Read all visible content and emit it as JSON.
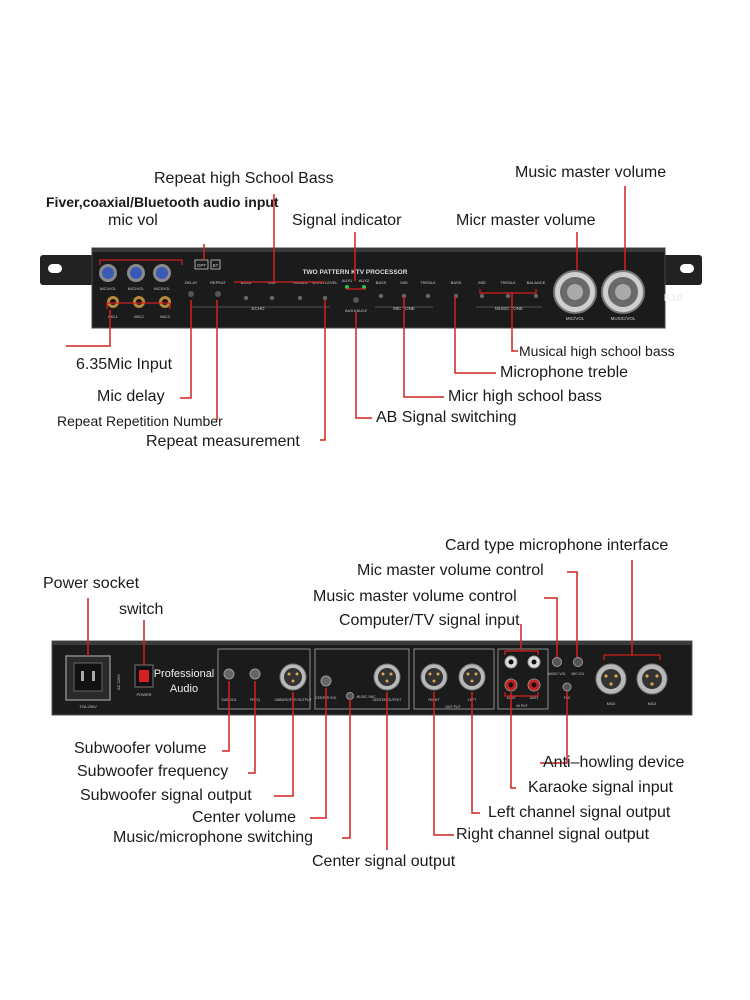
{
  "front_panel": {
    "device_title": "TWO PATTERN KTV PROCESSOR",
    "model": "K10",
    "input_badges": [
      "OPT",
      "BT"
    ],
    "echo_knob_labels": [
      "DELAY",
      "REPEAT"
    ],
    "echo_slider_labels": [
      "BASS",
      "MID",
      "TREBLE",
      "ECHO LEVEL"
    ],
    "echo_group_label": "ECHO",
    "signal_led_labels": [
      "AUX1",
      "AUX2"
    ],
    "switch_label": "AUX1/AUX2",
    "mic_tone_labels": [
      "BASS",
      "MID",
      "TREBLE"
    ],
    "mic_tone_group_label": "MIC TONE",
    "music_tone_labels": [
      "BASS",
      "MID",
      "TREBLE",
      "BALANCE"
    ],
    "music_tone_group_label": "MUSIC TONE",
    "mic_vol_knob_labels": [
      "MIC1/VOL",
      "MIC2/VOL",
      "MIC3/VOL"
    ],
    "mic_jack_labels": [
      "MIC1",
      "MIC2",
      "MIC3"
    ],
    "big_knob_labels": [
      "MIC/VOL",
      "MUSIC/VOL"
    ]
  },
  "front_callouts": [
    {
      "key": "repeat_high_school_bass",
      "text": "Repeat high School Bass"
    },
    {
      "key": "audio_input",
      "text": "Fiver,coaxial/Bluetooth audio input"
    },
    {
      "key": "mic_vol",
      "text": "mic vol"
    },
    {
      "key": "signal_indicator",
      "text": "Signal indicator"
    },
    {
      "key": "micr_master_volume",
      "text": "Micr master volume"
    },
    {
      "key": "music_master_volume",
      "text": "Music master volume"
    },
    {
      "key": "mic_input",
      "text": "6.35Mic Input"
    },
    {
      "key": "mic_delay",
      "text": "Mic delay"
    },
    {
      "key": "repeat_repetition_number",
      "text": "Repeat Repetition Number"
    },
    {
      "key": "repeat_measurement",
      "text": "Repeat measurement"
    },
    {
      "key": "ab_signal_switching",
      "text": "AB Signal switching"
    },
    {
      "key": "musical_high_school_bass",
      "text": "Musical high school bass"
    },
    {
      "key": "microphone_treble",
      "text": "Microphone treble"
    },
    {
      "key": "micr_high_school_bass",
      "text": "Micr high school bass"
    }
  ],
  "rear_panel": {
    "brand_line1": "Professional",
    "brand_line2": "Audio",
    "power_label": "POWER",
    "ac_label": "AC 220V",
    "fuse_label": "T2A 250V",
    "sub_knob_labels": [
      "SUB VOL",
      "FREQ"
    ],
    "sub_output_label": "SUBWOOFER OUTPUT",
    "center_knob_label": "CENTER VOL",
    "center_output_label": "CENTER OUTPUT",
    "music_mic_label": "MUSIC / MIC",
    "output_labels": [
      "RIGHT",
      "LEFT"
    ],
    "output_group_label": "OUT PUT",
    "aux_labels": [
      "AUX2",
      "AUX1"
    ],
    "aux_group_label": "IN PUT",
    "fbx_label": "FBX",
    "vol_labels": [
      "MUSIC VOL",
      "MIC VOL"
    ],
    "mic_xlr_labels": [
      "MIC5",
      "MIC4"
    ]
  },
  "rear_callouts": [
    {
      "key": "card_type_mic",
      "text": "Card type microphone interface"
    },
    {
      "key": "mic_master_volume_control",
      "text": "Mic master volume control"
    },
    {
      "key": "music_master_volume_control",
      "text": "Music master volume control"
    },
    {
      "key": "computer_tv_input",
      "text": "Computer/TV signal input"
    },
    {
      "key": "power_socket",
      "text": "Power socket"
    },
    {
      "key": "switch",
      "text": "switch"
    },
    {
      "key": "subwoofer_volume",
      "text": "Subwoofer volume"
    },
    {
      "key": "subwoofer_frequency",
      "text": "Subwoofer frequency"
    },
    {
      "key": "subwoofer_signal_output",
      "text": "Subwoofer signal output"
    },
    {
      "key": "center_volume",
      "text": "Center volume"
    },
    {
      "key": "music_mic_switching",
      "text": "Music/microphone switching"
    },
    {
      "key": "center_signal_output",
      "text": "Center signal output"
    },
    {
      "key": "anti_howling",
      "text": "Anti–howling device"
    },
    {
      "key": "karaoke_input",
      "text": "Karaoke signal input"
    },
    {
      "key": "left_output",
      "text": "Left channel signal output"
    },
    {
      "key": "right_output",
      "text": "Right channel signal output"
    }
  ],
  "colors": {
    "leader_line": "#d42020",
    "panel": "#1b1b1b",
    "rack_ear": "#2a2a2a",
    "metal": "#9a9a9a"
  }
}
